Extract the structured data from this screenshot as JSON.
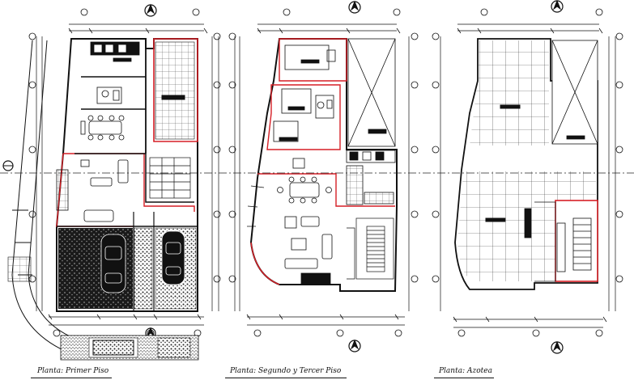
{
  "plans": [
    {
      "id": "primer-piso",
      "title": "Planta: Primer Piso"
    },
    {
      "id": "segundo-tercer-piso",
      "title": "Planta: Segundo y Tercer Piso"
    },
    {
      "id": "azotea",
      "title": "Planta: Azotea"
    }
  ],
  "colors": {
    "ink": "#111111",
    "wall_red": "#d61f26",
    "axis": "#222222",
    "hatch": "#444444"
  }
}
